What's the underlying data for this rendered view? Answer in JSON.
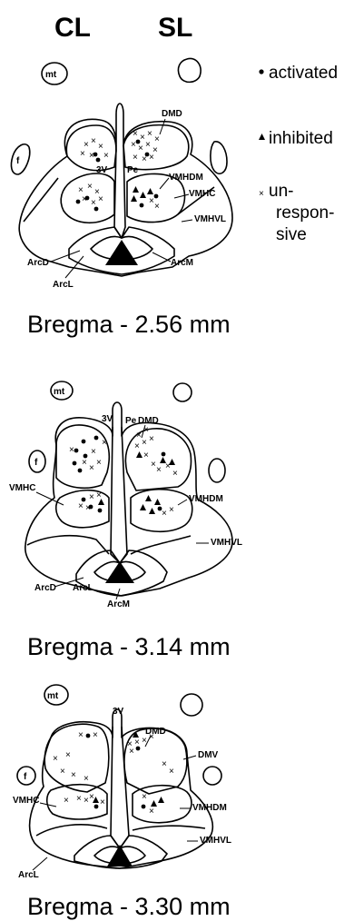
{
  "header": {
    "left": "CL",
    "right": "SL"
  },
  "legend": {
    "activated": "activated",
    "inhibited": "inhibited",
    "unresponsive_1": "un-",
    "unresponsive_2": "respon-",
    "unresponsive_3": "sive"
  },
  "sections": [
    {
      "caption": "Bregma - 2.56 mm",
      "labels": {
        "mt": "mt",
        "f": "f",
        "DMD": "DMD",
        "3V": "3V",
        "Pe": "Pe",
        "VMHDM": "VMHDM",
        "VMHC": "VMHC",
        "VMHVL": "VMHVL",
        "ArcD": "ArcD",
        "ArcM": "ArcM",
        "ArcL": "ArcL"
      }
    },
    {
      "caption": "Bregma - 3.14 mm",
      "labels": {
        "mt": "mt",
        "f": "f",
        "3V": "3V",
        "Pe": "Pe",
        "DMD": "DMD",
        "VMHC": "VMHC",
        "VMHDM": "VMHDM",
        "VMHVL": "VMHVL",
        "ArcD": "ArcD",
        "ArcL": "ArcL",
        "ArcM": "ArcM"
      }
    },
    {
      "caption": "Bregma - 3.30 mm",
      "labels": {
        "mt": "mt",
        "f": "f",
        "3V": "3V",
        "DMD": "DMD",
        "DMV": "DMV",
        "VMHC": "VMHC",
        "VMHDM": "VMHDM",
        "VMHVL": "VMHVL",
        "ArcL": "ArcL"
      }
    }
  ]
}
